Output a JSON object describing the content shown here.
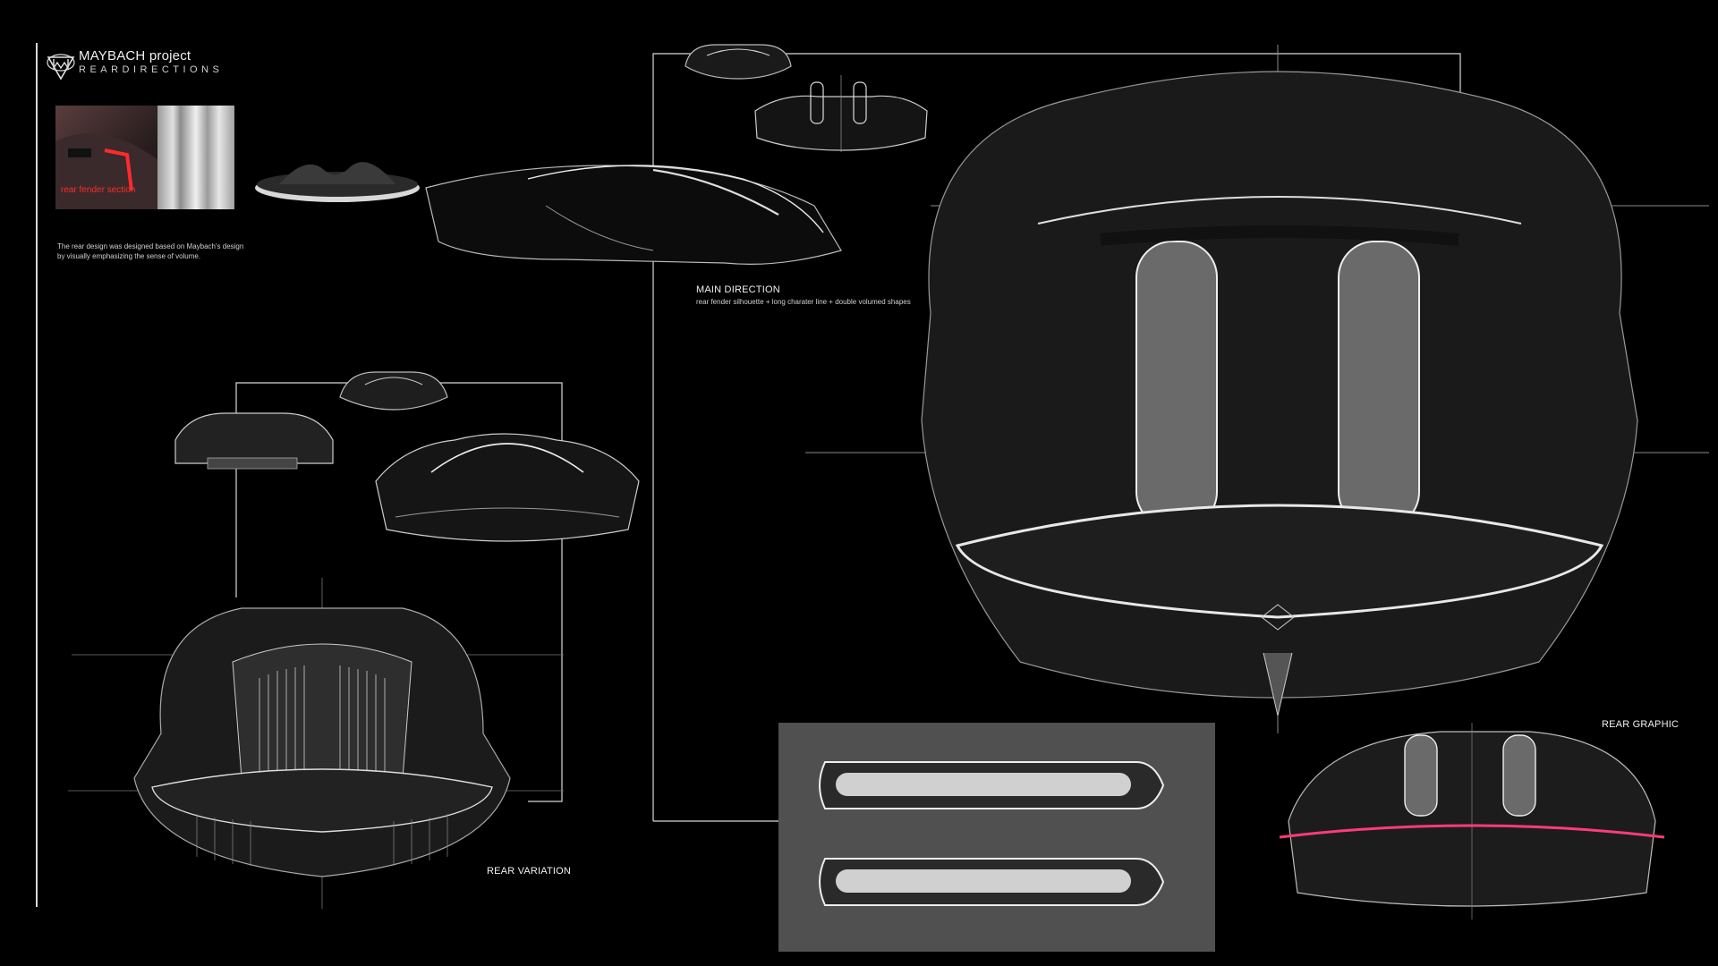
{
  "header": {
    "title": "MAYBACH project",
    "subtitle": "REARDIRECTIONS"
  },
  "reference": {
    "thumb_label": "rear fender section",
    "description_line1": "The rear design was designed based on Maybach's design",
    "description_line2": "by visually emphasizing the sense of volume."
  },
  "main_direction": {
    "label": "MAIN DIRECTION",
    "caption": "rear fender silhouette + long charater line + double volumed shapes"
  },
  "sections": {
    "rear_variation": "REAR VARIATION",
    "rear_graphic": "REAR GRAPHIC"
  },
  "colors": {
    "background": "#000000",
    "accent_red": "#ff2a2a",
    "lamp_pink": "#ff3b7a",
    "line": "#d8d8d8"
  }
}
